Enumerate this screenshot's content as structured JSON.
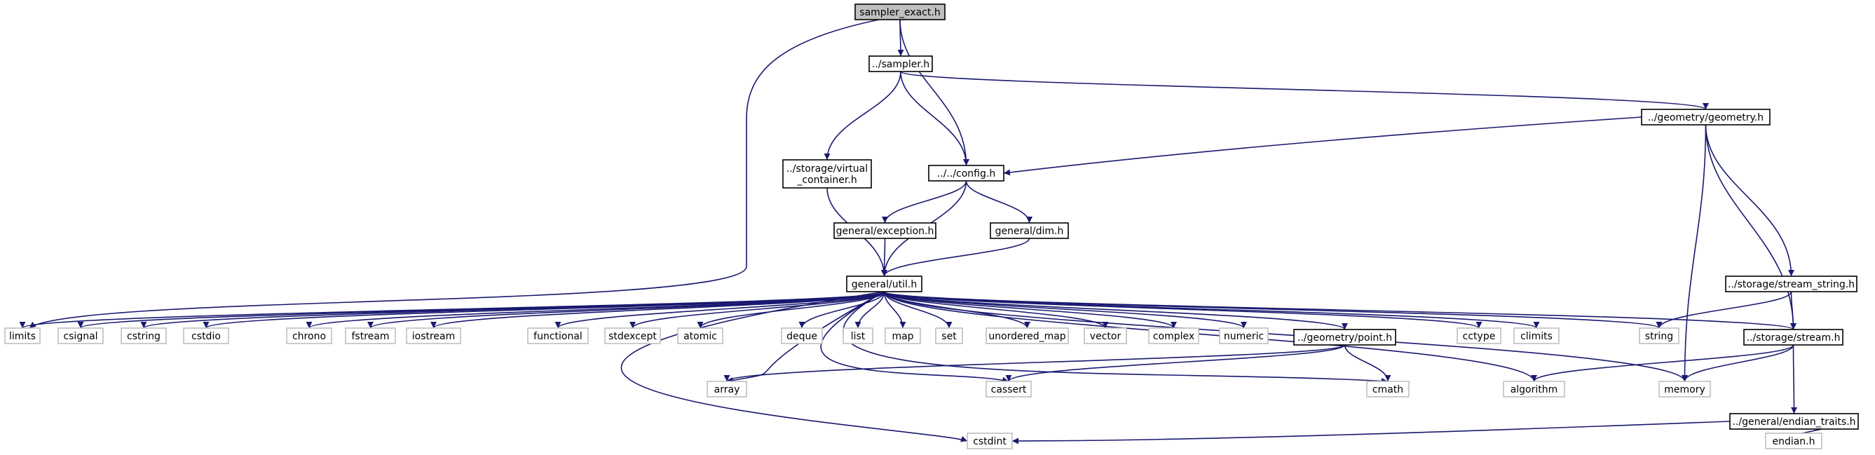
{
  "diagram": {
    "edge_color": "#191970",
    "nodes": {
      "sampler_exact": {
        "label": "sampler_exact.h",
        "style": "root"
      },
      "sampler": {
        "label": "../sampler.h",
        "style": "local"
      },
      "geometry": {
        "label": "../geometry/geometry.h",
        "style": "local"
      },
      "virtual_container": {
        "lines": [
          "../storage/virtual",
          "_container.h"
        ],
        "style": "local"
      },
      "config": {
        "label": "../../config.h",
        "style": "local"
      },
      "exception": {
        "label": "general/exception.h",
        "style": "local"
      },
      "dim": {
        "label": "general/dim.h",
        "style": "local"
      },
      "util": {
        "label": "general/util.h",
        "style": "local"
      },
      "stream_string": {
        "label": "../storage/stream_string.h",
        "style": "local"
      },
      "stream": {
        "label": "../storage/stream.h",
        "style": "local"
      },
      "point": {
        "label": "../geometry/point.h",
        "style": "local"
      },
      "endian_traits": {
        "label": "../general/endian_traits.h",
        "style": "local"
      },
      "limits": {
        "label": "limits",
        "style": "system"
      },
      "csignal": {
        "label": "csignal",
        "style": "system"
      },
      "cstring": {
        "label": "cstring",
        "style": "system"
      },
      "cstdio": {
        "label": "cstdio",
        "style": "system"
      },
      "chrono": {
        "label": "chrono",
        "style": "system"
      },
      "fstream": {
        "label": "fstream",
        "style": "system"
      },
      "iostream": {
        "label": "iostream",
        "style": "system"
      },
      "functional": {
        "label": "functional",
        "style": "system"
      },
      "stdexcept": {
        "label": "stdexcept",
        "style": "system"
      },
      "atomic": {
        "label": "atomic",
        "style": "system"
      },
      "deque": {
        "label": "deque",
        "style": "system"
      },
      "list": {
        "label": "list",
        "style": "system"
      },
      "map": {
        "label": "map",
        "style": "system"
      },
      "set": {
        "label": "set",
        "style": "system"
      },
      "unordered_map": {
        "label": "unordered_map",
        "style": "system"
      },
      "vector": {
        "label": "vector",
        "style": "system"
      },
      "complex": {
        "label": "complex",
        "style": "system"
      },
      "numeric": {
        "label": "numeric",
        "style": "system"
      },
      "cctype": {
        "label": "cctype",
        "style": "system"
      },
      "climits": {
        "label": "climits",
        "style": "system"
      },
      "string": {
        "label": "string",
        "style": "system"
      },
      "array": {
        "label": "array",
        "style": "system"
      },
      "cassert": {
        "label": "cassert",
        "style": "system"
      },
      "cmath": {
        "label": "cmath",
        "style": "system"
      },
      "algorithm": {
        "label": "algorithm",
        "style": "system"
      },
      "memory": {
        "label": "memory",
        "style": "system"
      },
      "cstdint": {
        "label": "cstdint",
        "style": "system"
      },
      "endian": {
        "label": "endian.h",
        "style": "system"
      }
    },
    "edges": [
      [
        "sampler_exact",
        "sampler"
      ],
      [
        "sampler_exact",
        "config"
      ],
      [
        "sampler_exact",
        "limits"
      ],
      [
        "sampler",
        "geometry"
      ],
      [
        "sampler",
        "virtual_container"
      ],
      [
        "sampler",
        "config"
      ],
      [
        "geometry",
        "config"
      ],
      [
        "geometry",
        "stream_string"
      ],
      [
        "geometry",
        "stream"
      ],
      [
        "geometry",
        "memory"
      ],
      [
        "virtual_container",
        "util"
      ],
      [
        "config",
        "exception"
      ],
      [
        "config",
        "dim"
      ],
      [
        "config",
        "util"
      ],
      [
        "exception",
        "util"
      ],
      [
        "dim",
        "util"
      ],
      [
        "util",
        "limits"
      ],
      [
        "util",
        "csignal"
      ],
      [
        "util",
        "cstring"
      ],
      [
        "util",
        "cstdio"
      ],
      [
        "util",
        "chrono"
      ],
      [
        "util",
        "fstream"
      ],
      [
        "util",
        "iostream"
      ],
      [
        "util",
        "functional"
      ],
      [
        "util",
        "stdexcept"
      ],
      [
        "util",
        "atomic"
      ],
      [
        "util",
        "deque"
      ],
      [
        "util",
        "list"
      ],
      [
        "util",
        "map"
      ],
      [
        "util",
        "set"
      ],
      [
        "util",
        "unordered_map"
      ],
      [
        "util",
        "vector"
      ],
      [
        "util",
        "complex"
      ],
      [
        "util",
        "numeric"
      ],
      [
        "util",
        "point"
      ],
      [
        "util",
        "cctype"
      ],
      [
        "util",
        "climits"
      ],
      [
        "util",
        "string"
      ],
      [
        "util",
        "stream"
      ],
      [
        "util",
        "array"
      ],
      [
        "util",
        "cassert"
      ],
      [
        "util",
        "cmath"
      ],
      [
        "util",
        "algorithm"
      ],
      [
        "util",
        "memory"
      ],
      [
        "util",
        "cstdint"
      ],
      [
        "stream_string",
        "string"
      ],
      [
        "stream_string",
        "stream"
      ],
      [
        "stream",
        "algorithm"
      ],
      [
        "stream",
        "memory"
      ],
      [
        "stream",
        "endian_traits"
      ],
      [
        "point",
        "array"
      ],
      [
        "point",
        "cassert"
      ],
      [
        "point",
        "cmath"
      ],
      [
        "endian_traits",
        "cstdint"
      ],
      [
        "endian_traits",
        "endian"
      ]
    ]
  }
}
